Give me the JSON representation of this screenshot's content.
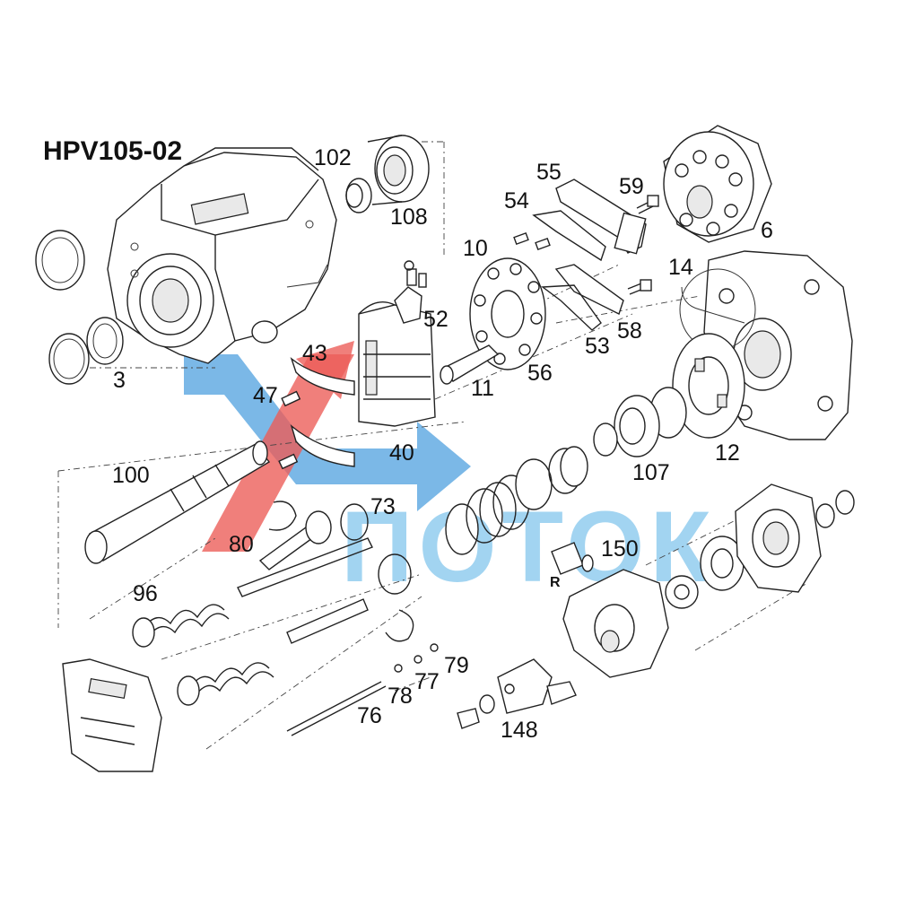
{
  "title": "HPV105-02",
  "part_labels": [
    "102",
    "108",
    "55",
    "54",
    "59",
    "6",
    "10",
    "14",
    "52",
    "43",
    "47",
    "11",
    "56",
    "53",
    "58",
    "3",
    "40",
    "100",
    "107",
    "12",
    "73",
    "150",
    "80",
    "96",
    "R",
    "79",
    "77",
    "78",
    "76",
    "148"
  ],
  "watermark": {
    "text": "ПОТОК",
    "text_color": "#7ec4ec",
    "logo_blue": "#2f8fd8",
    "logo_red": "#e8413c"
  },
  "colors": {
    "line": "#222222",
    "background": "#ffffff"
  }
}
